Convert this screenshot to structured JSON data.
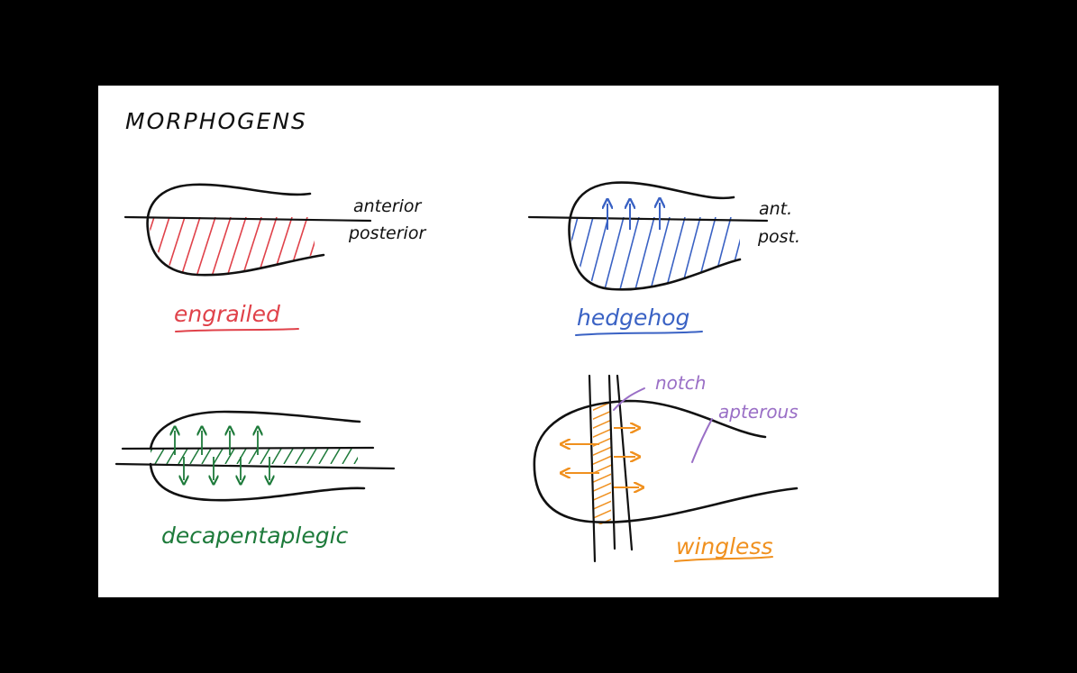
{
  "title": "MORPHOGENS",
  "colors": {
    "engrailed": "#e0424a",
    "hedgehog": "#3a62c4",
    "dpp": "#1d7a3a",
    "wingless": "#f0901e",
    "notch_apterous": "#9a6fc6",
    "ink": "#111111"
  },
  "panels": {
    "engrailed": {
      "label": "engrailed",
      "axis_top": "anterior",
      "axis_bottom": "posterior"
    },
    "hedgehog": {
      "label": "hedgehog",
      "axis_top": "ant.",
      "axis_bottom": "post."
    },
    "dpp": {
      "label": "decapentaplegic"
    },
    "wingless": {
      "label": "wingless",
      "annotation_notch": "notch",
      "annotation_apterous": "apterous"
    }
  }
}
